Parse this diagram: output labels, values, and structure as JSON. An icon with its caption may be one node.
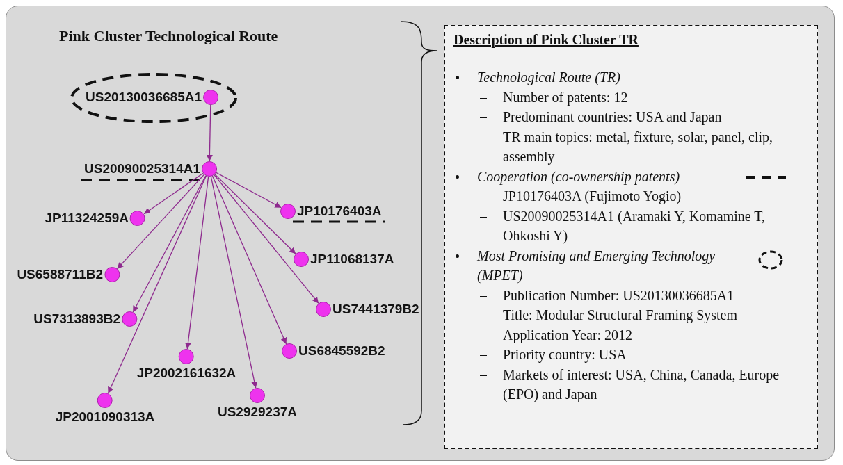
{
  "diagram": {
    "nodes": [
      {
        "text": [
          "Pink Cluster Technological Route"
        ]
      },
      {
        "text": [
          "US20130036685A1"
        ],
        "in": 0
      },
      {
        "text": [
          "US20090025314A1"
        ],
        "in": 0
      },
      {
        "text": [
          "JP11324259A"
        ],
        "in": 0
      },
      {
        "text": [
          "JP10176403A"
        ],
        "in": 0
      },
      {
        "text": [
          "US6588711B2"
        ],
        "in": 0
      },
      {
        "text": [
          "JP11068137A"
        ],
        "in": 0
      },
      {
        "text": [
          "US7313893B2"
        ],
        "in": 0
      },
      {
        "text": [
          "US7441379B2"
        ],
        "in": 0
      },
      {
        "text": [
          "JP2002161632A"
        ],
        "in": 0
      },
      {
        "text": [
          "US6845592B2"
        ],
        "in": 0
      },
      {
        "text": [
          "JP2001090313A"
        ],
        "in": 0
      },
      {
        "text": [
          "US2929237A"
        ],
        "in": 0
      },
      {
        "text": [
          "Description of Pink Cluster TR",
          "Technological Route (TR)",
          "Number of patents: 12",
          "Predominant countries: USA and Japan",
          "TR main topics: metal, fixture, solar, panel, clip, assembly",
          "Cooperation (co-ownership patents)",
          "JP10176403A (Fujimoto Yogio)",
          "US20090025314A1 (Aramaki Y, Komamine T, Ohkoshi Y)",
          "Most Promising and Emerging Technology (MPET)",
          "Publication Number: US20130036685A1",
          "Title: Modular Structural Framing System",
          "Application Year: 2012",
          "Priority country: USA",
          "Markets of interest: USA, China, Canada, Europe (EPO) and Japan"
        ],
        "in": 0
      }
    ],
    "edges": [
      {
        "from": 1,
        "to": 2,
        "arrow": "to"
      },
      {
        "from": 2,
        "to": 3,
        "arrow": "to"
      },
      {
        "from": 2,
        "to": 4,
        "arrow": "to"
      },
      {
        "from": 2,
        "to": 5,
        "arrow": "to"
      },
      {
        "from": 2,
        "to": 6,
        "arrow": "to"
      },
      {
        "from": 2,
        "to": 7,
        "arrow": "to"
      },
      {
        "from": 2,
        "to": 8,
        "arrow": "to"
      },
      {
        "from": 2,
        "to": 9,
        "arrow": "to"
      },
      {
        "from": 2,
        "to": 10,
        "arrow": "to"
      },
      {
        "from": 2,
        "to": 11,
        "arrow": "to"
      },
      {
        "from": 2,
        "to": 12,
        "arrow": "to"
      }
    ]
  }
}
